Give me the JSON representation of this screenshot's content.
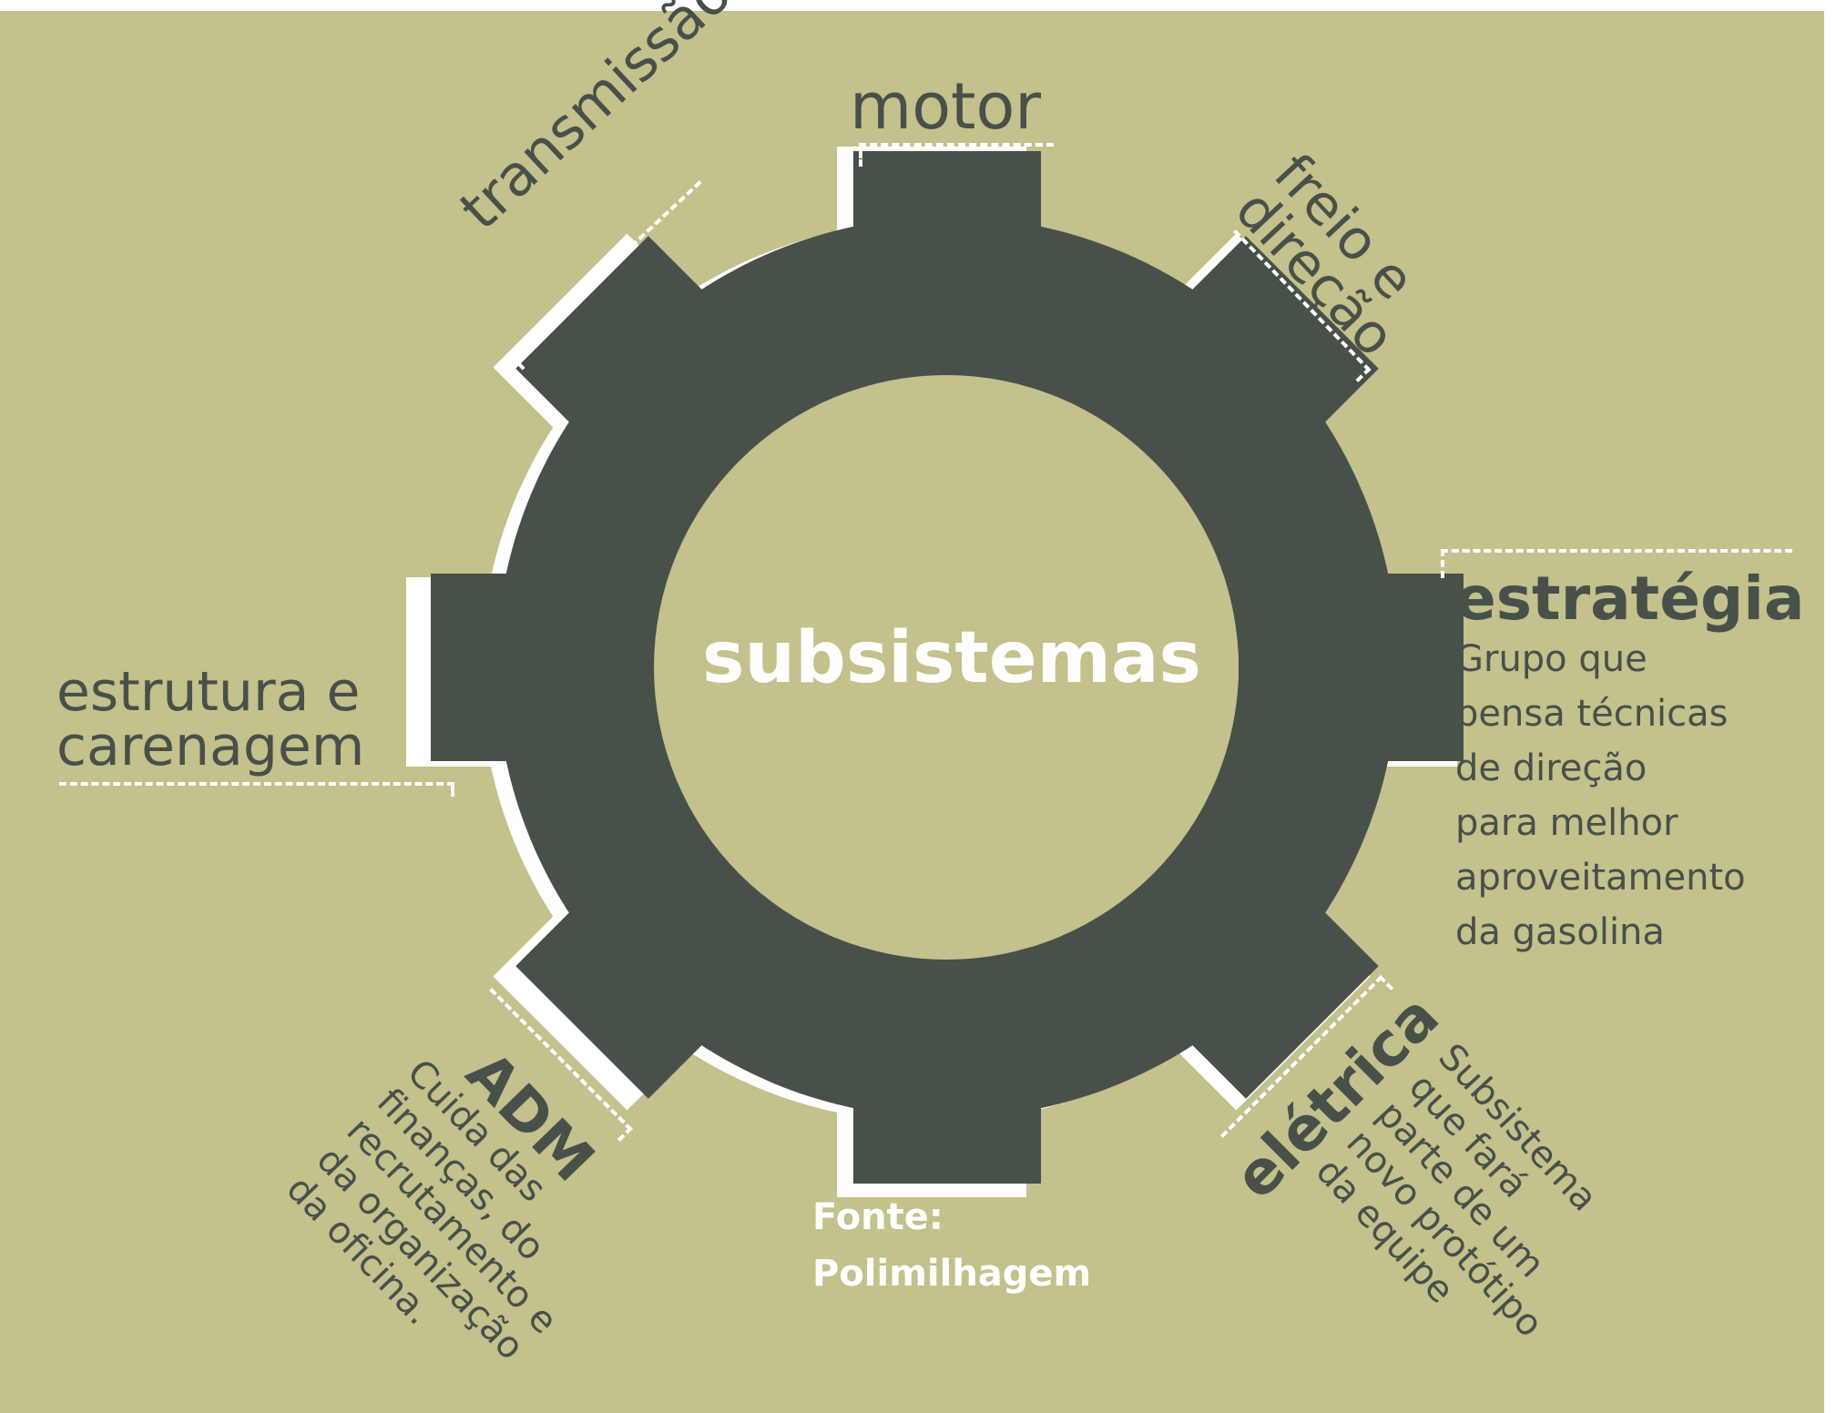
{
  "center_title": "subsistemas",
  "subsystems": {
    "motor": {
      "label": "motor"
    },
    "transmissao": {
      "label": "transmissão"
    },
    "freio": {
      "label_lines": [
        "freio e",
        "direção"
      ]
    },
    "estrutura": {
      "label_lines": [
        "estrutura e",
        "carenagem"
      ]
    },
    "estrategia": {
      "label": "estratégia",
      "description_lines": [
        "Grupo que",
        "pensa técnicas",
        "de direção",
        "para melhor",
        "aproveitamento",
        "da gasolina"
      ]
    },
    "eletrica": {
      "label": "elétrica",
      "description_lines": [
        "Subsistema",
        "que fará",
        "parte de um",
        "novo protótipo",
        "da equipe"
      ]
    },
    "adm": {
      "label": "ADM",
      "description_lines": [
        "Cuida das",
        "finanças, do",
        "recrutamento e",
        "da organização",
        "da oficina."
      ]
    }
  },
  "source": {
    "line1": "Fonte:",
    "line2": "Polimilhagem"
  },
  "colors": {
    "background": "#c3c18c",
    "gear": "#475049",
    "highlight": "#ffffff",
    "text": "#475049"
  }
}
